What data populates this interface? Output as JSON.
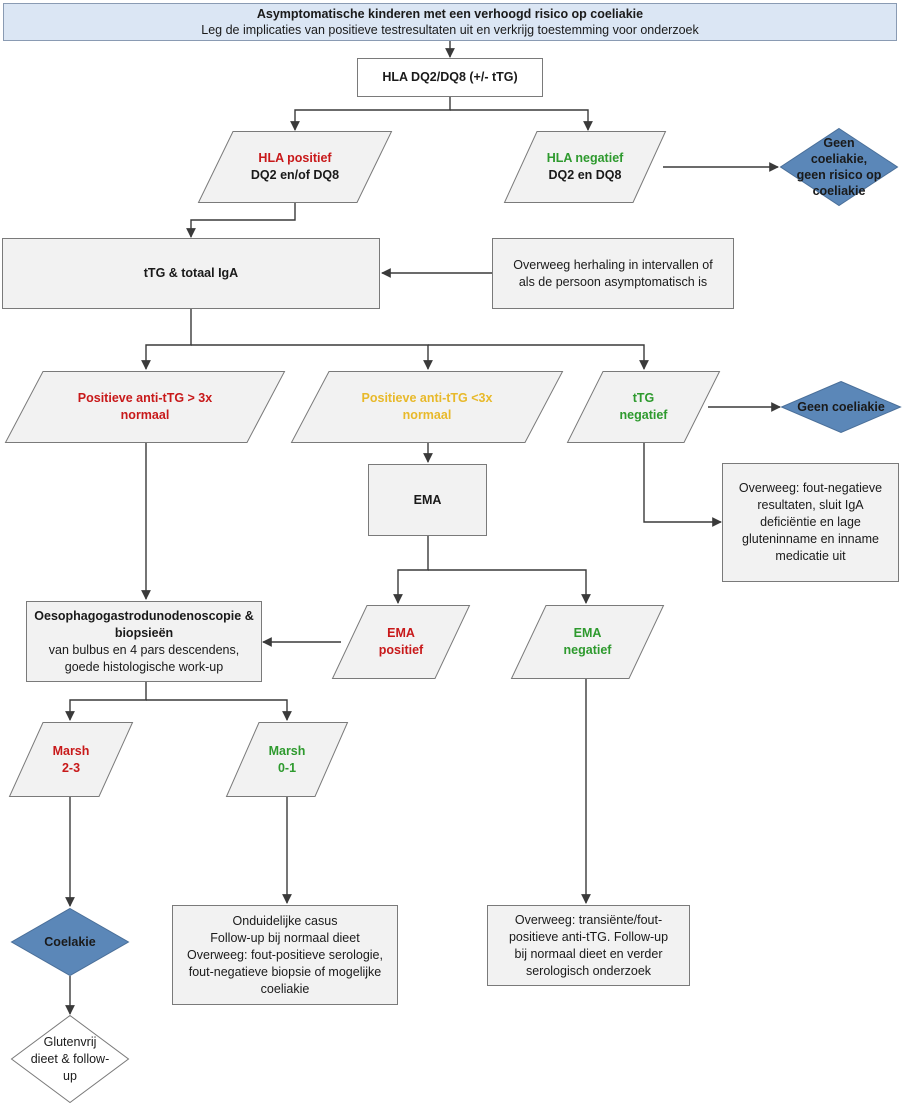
{
  "header": {
    "title": "Asymptomatische kinderen met een verhoogd risico op coeliakie",
    "subtitle": "Leg de implicaties van positieve testresultaten uit en verkrijg toestemming voor onderzoek"
  },
  "nodes": {
    "hla_test": {
      "text": "HLA DQ2/DQ8 (+/- tTG)"
    },
    "hla_pos": {
      "l1": "HLA positief",
      "l2": "DQ2 en/of DQ8"
    },
    "hla_neg": {
      "l1": "HLA negatief",
      "l2": "DQ2 en DQ8"
    },
    "no_risk": {
      "l1": "Geen",
      "l2": "coeliakie,",
      "l3": "geen risico op",
      "l4": "coeliakie"
    },
    "ttg_iga": {
      "text": "tTG & totaal IgA"
    },
    "repeat": {
      "l1": "Overweeg herhaling in intervallen of",
      "l2": "als de persoon asymptomatisch is"
    },
    "pos_high": {
      "l1": "Positieve anti-tTG > 3x",
      "l2": "normaal"
    },
    "pos_low": {
      "l1": "Positieve anti-tTG <3x",
      "l2": "normaal"
    },
    "ttg_neg": {
      "l1": "tTG",
      "l2": "negatief"
    },
    "geen_coel": {
      "text": "Geen coeliakie"
    },
    "fout_neg": {
      "l1": "Overweeg: fout-negatieve",
      "l2": "resultaten, sluit IgA",
      "l3": "deficiëntie en lage",
      "l4": "gluteninname en inname",
      "l5": "medicatie uit"
    },
    "ema": {
      "text": "EMA"
    },
    "endo": {
      "l1": "Oesophagogastrodunodenoscopie &",
      "l2": "biopsieën",
      "l3": "van bulbus en 4 pars descendens,",
      "l4": "goede histologische work-up"
    },
    "ema_pos": {
      "l1": "EMA",
      "l2": "positief"
    },
    "ema_neg": {
      "l1": "EMA",
      "l2": "negatief"
    },
    "marsh23": {
      "l1": "Marsh",
      "l2": "2-3"
    },
    "marsh01": {
      "l1": "Marsh",
      "l2": "0-1"
    },
    "coelakie": {
      "text": "Coelakie"
    },
    "onduidelijk": {
      "l1": "Onduidelijke casus",
      "l2": "Follow-up bij normaal dieet",
      "l3": "Overweeg: fout-positieve serologie,",
      "l4": "fout-negatieve biopsie of mogelijke",
      "l5": "coeliakie"
    },
    "transient": {
      "l1": "Overweeg: transiënte/fout-",
      "l2": "positieve anti-tTG. Follow-up",
      "l3": "bij normaal dieet en verder",
      "l4": "serologisch onderzoek"
    },
    "glutenvrij": {
      "l1": "Glutenvrij",
      "l2": "dieet & follow-",
      "l3": "up"
    }
  },
  "colors": {
    "red": "#c8191a",
    "green": "#2e9a2e",
    "yellow": "#e8b92a",
    "diamond_fill": "#5b87b8",
    "box_fill": "#f2f2f2",
    "header_fill": "#dbe6f4"
  }
}
